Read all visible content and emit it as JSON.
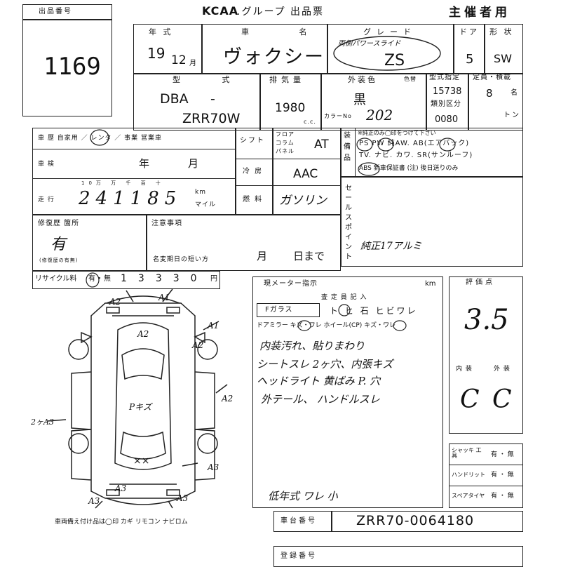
{
  "header": {
    "lot_label": "出品番号",
    "lot_number": "1169",
    "brand": "KCAA",
    "doc_title": ".グループ 出品票",
    "role": "主催者用"
  },
  "vehicle": {
    "year_label": "年 式",
    "year": "19",
    "month": "12",
    "month_unit": "月",
    "name_label": "車 名",
    "name": "ヴォクシー",
    "grade_label": "グレード",
    "grade_note": "両側パワースライド",
    "grade": "ZS",
    "doors_label": "ドア",
    "doors": "5",
    "shape_label": "形 状",
    "shape": "SW",
    "model_label": "型 式",
    "model_prefix": "DBA",
    "model_dash": "-",
    "model_code": "ZRR70W",
    "displacement_label": "排気量",
    "displacement": "1980",
    "cc_unit": "c.c.",
    "color_label": "外装色",
    "color_sub": "色替",
    "color": "黒",
    "color_no_label": "カラーNo",
    "color_no": "202",
    "model_designation_label": "型式指定",
    "model_designation": "15738",
    "category_label": "類別区分",
    "category": "0080",
    "capacity_label": "定員・積載",
    "capacity": "8",
    "capacity_unit": "名",
    "capacity_extra": "トン"
  },
  "history": {
    "usage_options": "車 歴 自家用 ／ レンタ ／ 事業 営業車",
    "inspection_label": "車 検",
    "year_unit": "年",
    "month_unit": "月",
    "odo_scale": "10万 万 千 百 十",
    "mileage_label": "走 行",
    "mileage": "241185",
    "km_unit": "km",
    "mile_unit": "マイル",
    "shift_label": "シフト",
    "column_label": "フロア コラム パネル",
    "shift": "AT",
    "ac_label": "冷 房",
    "ac": "AAC",
    "fuel_label": "燃 料",
    "fuel": "ガソリン",
    "equip_note": "※純正のみ◯印をつけて下さい",
    "equip_label": "装備品",
    "equip_row1": "PS  PW  純AW. AB(エアバック)",
    "equip_row2": "TV. ナビ. カワ. SR(サンルーフ)",
    "equip_row3": "ABS  新車保証書 (注) 後日送りのみ",
    "sales_label": "セールスポイント",
    "sales_note": "純正17アルミ",
    "repair_label": "修復歴 箇所",
    "repair": "有",
    "repair_small": "(修復歴の有無)",
    "notes_label": "注意事項",
    "deadline_label": "名変期日の短い方",
    "deadline_month": "月",
    "deadline_day": "日まで",
    "recycle_label": "リサイクル料",
    "recycle_status": "有・無",
    "recycle_amount": "13330",
    "yen_unit": "円"
  },
  "inspection": {
    "meter_label": "現メーター指示",
    "meter_unit": "km",
    "inspector_label": "査 定 員 記 入",
    "glass_label": "Fガラス",
    "glass_options": "ト ヒ 石   ヒビワレ",
    "mirror_line": "ドアミラー キズ・ワレ  ホイール(CP) キズ・ワレ",
    "notes_line1": "内装汚れ、貼りまわり",
    "notes_line2": "シートスレ 2ヶ穴、内張キズ",
    "notes_line3": "ヘッドライト 黄ばみ   P. 穴",
    "notes_line4": "外テール、  ハンドルスレ",
    "footer_note": "低年式 ワレ 小",
    "score_label": "評価点",
    "score": "3.5",
    "interior_label": "内 装",
    "exterior_label": "外 装",
    "interior_grade": "C",
    "exterior_grade": "C",
    "items": [
      {
        "label": "シャッキ 工 具",
        "value": "有 ・ 無"
      },
      {
        "label": "ハンドリット",
        "value": "有 ・ 無"
      },
      {
        "label": "スペアタイヤ",
        "value": "有 ・ 無"
      }
    ],
    "chassis_label": "車台番号",
    "chassis_no": "ZRR70-0064180",
    "reg_label": "登録番号"
  },
  "diagram": {
    "marks": [
      "A2",
      "A2",
      "A1",
      "A2",
      "A1",
      "A2",
      "Pキズ",
      "××",
      "A3",
      "A3",
      "A3",
      "A3",
      "2ヶA3"
    ],
    "caption": "車両備え付け品は◯印  カギ リモコン ナビロム"
  }
}
